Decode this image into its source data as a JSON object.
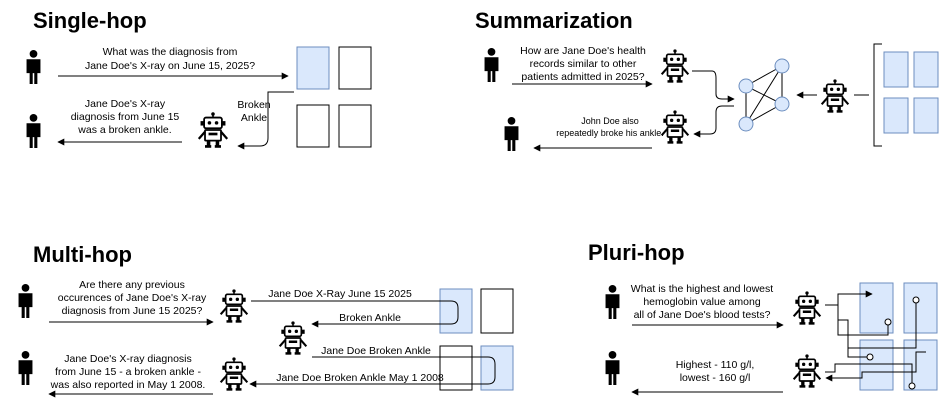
{
  "panels": {
    "single_hop": {
      "title": "Single-hop",
      "question": [
        "What was the diagnosis from",
        "Jane Doe's X-ray on June 15, 2025?"
      ],
      "retrieved": [
        "Broken",
        "Ankle"
      ],
      "answer": [
        "Jane Doe's X-ray",
        "diagnosis from June 15",
        "was a broken ankle."
      ]
    },
    "summarization": {
      "title": "Summarization",
      "question": [
        "How are Jane Doe's health",
        "records similar to other",
        "patients admitted in 2025?"
      ],
      "answer": [
        "John Doe also",
        "repeatedly broke his ankle."
      ]
    },
    "multi_hop": {
      "title": "Multi-hop",
      "question": [
        "Are there any previous",
        "occurences of Jane Doe's X-ray",
        "diagnosis from June 15 2025?"
      ],
      "hops": [
        "Jane Doe X-Ray June 15 2025",
        "Broken Ankle",
        "Jane Doe Broken Ankle",
        "Jane Doe Broken Ankle May 1 2008"
      ],
      "answer": [
        "Jane Doe's X-ray diagnosis",
        "from June 15 - a broken ankle -",
        "was also reported in May 1 2008."
      ]
    },
    "pluri_hop": {
      "title": "Pluri-hop",
      "question": [
        "What is the highest and lowest",
        "hemoglobin value among",
        "all of Jane Doe's blood tests?"
      ],
      "answer": [
        "Highest - 110 g/l,",
        "lowest - 160 g/l"
      ]
    }
  }
}
